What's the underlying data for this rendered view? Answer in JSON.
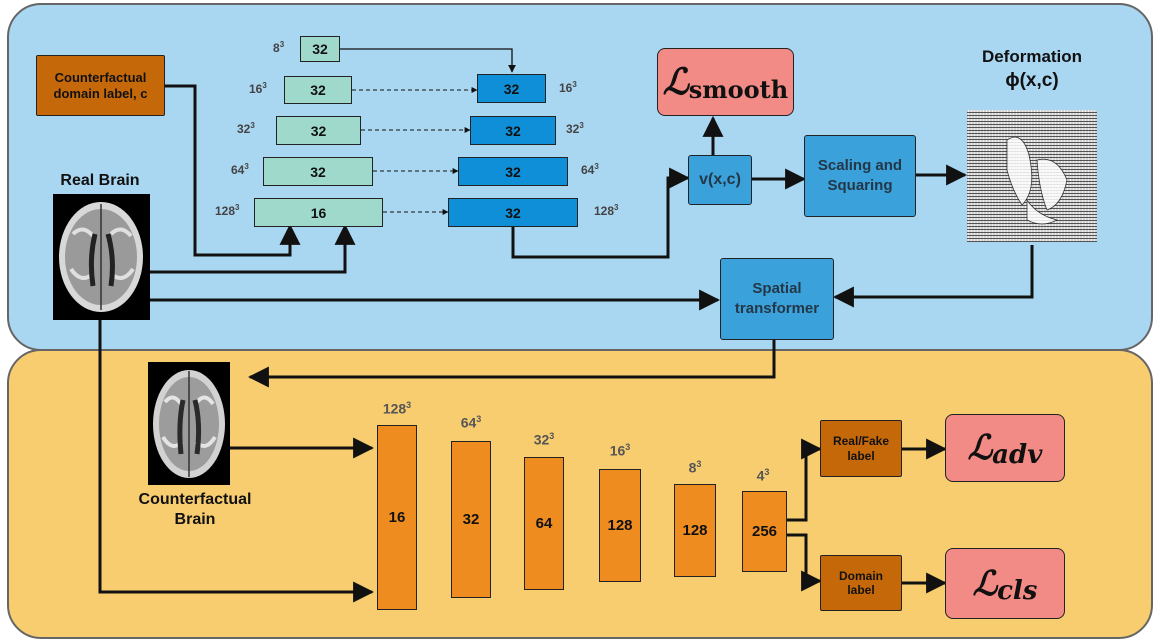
{
  "counterfactual_label": "Counterfactual domain label, c",
  "real_brain": "Real Brain",
  "counterfactual_brain": "Counterfactual Brain",
  "deformation_title": "Deformation",
  "deformation_formula": "ϕ(x,c)",
  "velocity": "v(x,c)",
  "scaling_squaring": "Scaling and Squaring",
  "spatial_transformer": "Spatial transformer",
  "loss_smooth": {
    "symbol": "ℒ",
    "sub": "smooth"
  },
  "loss_adv": {
    "symbol": "ℒ",
    "sub": "adv"
  },
  "loss_cls": {
    "symbol": "ℒ",
    "sub": "cls"
  },
  "real_fake_label": "Real/Fake label",
  "domain_label": "Domain label",
  "encoder": [
    {
      "size": "8",
      "channels": "32"
    },
    {
      "size": "16",
      "channels": "32"
    },
    {
      "size": "32",
      "channels": "32"
    },
    {
      "size": "64",
      "channels": "32"
    },
    {
      "size": "128",
      "channels": "16"
    }
  ],
  "decoder": [
    {
      "size": "16",
      "channels": "32"
    },
    {
      "size": "32",
      "channels": "32"
    },
    {
      "size": "64",
      "channels": "32"
    },
    {
      "size": "128",
      "channels": "32"
    }
  ],
  "discriminator": [
    {
      "size": "128",
      "channels": "16"
    },
    {
      "size": "64",
      "channels": "32"
    },
    {
      "size": "32",
      "channels": "64"
    },
    {
      "size": "16",
      "channels": "128"
    },
    {
      "size": "8",
      "channels": "128"
    },
    {
      "size": "4",
      "channels": "256"
    }
  ],
  "cube_exponent": "3",
  "colors": {
    "top_panel": "#a9d6f1",
    "bottom_panel": "#f8cd70",
    "encoder": "#9fd9cc",
    "decoder": "#0f8fd8",
    "module": "#3aa1da",
    "label_box": "#c5680a",
    "loss": "#f28a85",
    "discriminator": "#ee8c20"
  }
}
